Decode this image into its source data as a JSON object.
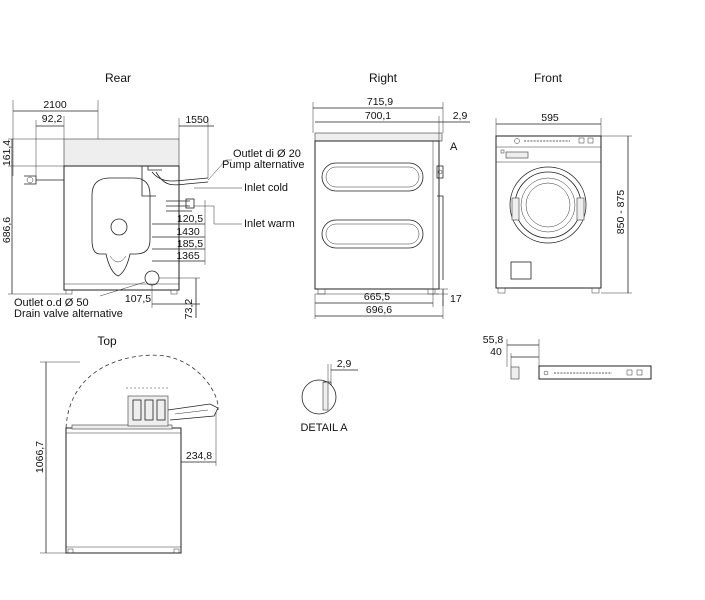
{
  "views": {
    "rear": "Rear",
    "right": "Right",
    "front": "Front",
    "top": "Top",
    "detail": "DETAIL A"
  },
  "rear": {
    "d_2100": "2100",
    "d_92_2": "92,2",
    "d_1550": "1550",
    "d_161_4": "161,4",
    "d_686_6": "686,6",
    "d_120_5": "120,5",
    "d_1430": "1430",
    "d_185_5": "185,5",
    "d_1365": "1365",
    "d_107_5": "107,5",
    "d_73_2": "73,2",
    "outlet_1": "Outlet di Ø 20",
    "outlet_2": "Pump alternative",
    "inlet_cold": "Inlet cold",
    "inlet_warm": "Inlet warm",
    "drain_1": "Outlet o.d Ø 50",
    "drain_2": "Drain valve alternative"
  },
  "right": {
    "d_715_9": "715,9",
    "d_700_1": "700,1",
    "d_2_9": "2,9",
    "marker": "A",
    "d_665_5": "665,5",
    "d_17": "17",
    "d_696_6": "696,6"
  },
  "front": {
    "d_595": "595",
    "d_850_875": "850 - 875"
  },
  "top": {
    "d_1066_7": "1066,7",
    "d_234_8": "234,8"
  },
  "detail": {
    "d_2_9": "2,9"
  },
  "side_strip": {
    "d_55_8": "55,8",
    "d_40": "40"
  }
}
